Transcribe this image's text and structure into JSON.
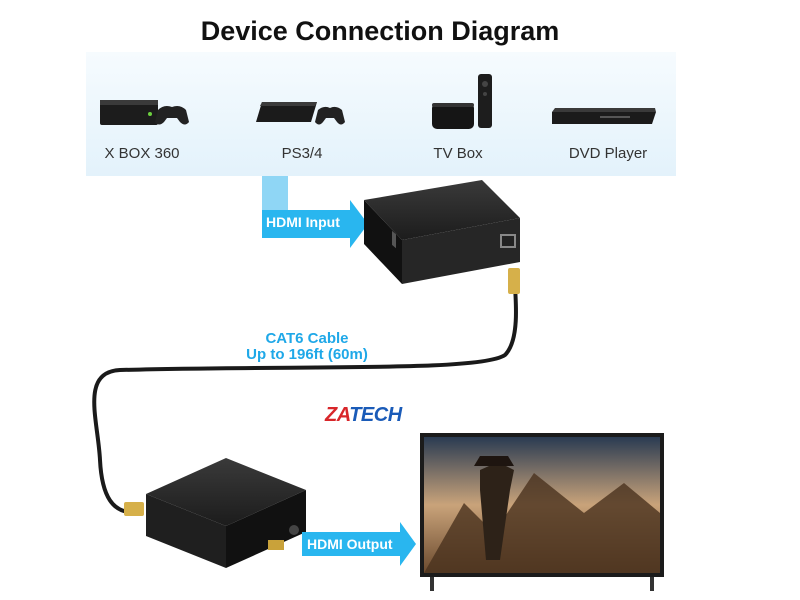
{
  "title": "Device Connection Diagram",
  "sources": [
    {
      "label": "X BOX 360",
      "icon": "xbox-console-icon"
    },
    {
      "label": "PS3/4",
      "icon": "playstation-console-icon"
    },
    {
      "label": "TV Box",
      "icon": "tv-box-icon"
    },
    {
      "label": "DVD Player",
      "icon": "dvd-player-icon"
    }
  ],
  "hdmi_input_label": "HDMI Input",
  "hdmi_output_label": "HDMI Output",
  "cable": {
    "line1": "CAT6 Cable",
    "line2": "Up to 196ft (60m)"
  },
  "brand": {
    "part1": "ZA",
    "part2": "TECH"
  },
  "colors": {
    "accent": "#1fa8e8",
    "arrow": "#29b6ef",
    "device": "#2b2b2b",
    "brand_red": "#d8262a",
    "brand_blue": "#1a5bb8"
  }
}
